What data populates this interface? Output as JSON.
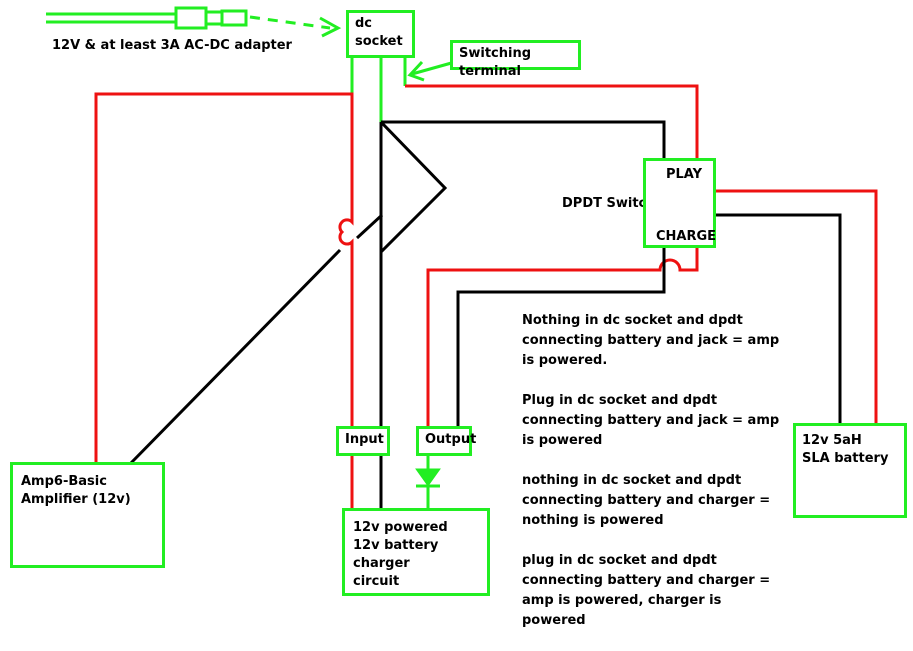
{
  "adapter_label": "12V & at least 3A AC-DC adapter",
  "dc_socket": "dc\nsocket",
  "switching_terminal": "Switching terminal",
  "dpdt_label": "DPDT Switch",
  "switch_play": "PLAY",
  "switch_charge": "CHARGE",
  "amp": "Amp6-Basic\nAmplifier  (12v)",
  "input_label": "Input",
  "output_label": "Output",
  "charger": "12v powered\n12v battery charger\ncircuit",
  "battery": "12v 5aH\nSLA battery",
  "notes": [
    "Nothing in dc socket and dpdt connecting battery and jack = amp is powered.",
    "Plug in dc socket and dpdt connecting battery and jack = amp is powered",
    "nothing in dc socket and dpdt connecting battery and charger = nothing is powered",
    "plug in dc socket and dpdt connecting battery and charger = amp is powered, charger is powered"
  ],
  "colors": {
    "positive": "#ee1111",
    "negative": "#000000",
    "box": "#22ee22"
  }
}
